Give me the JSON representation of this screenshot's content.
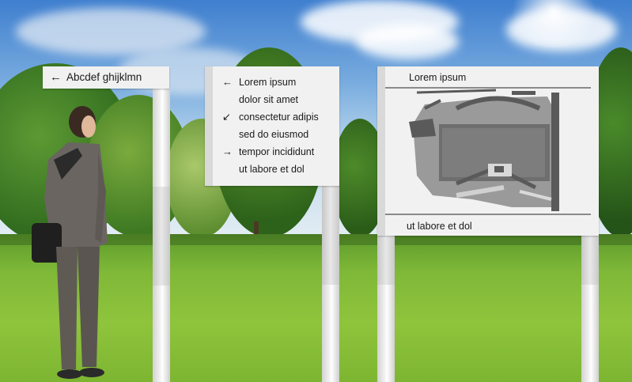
{
  "sign_left": {
    "arrow_icon": "arrow-left-icon",
    "label": "Abcdef ghijklmn"
  },
  "sign_middle": {
    "lines": [
      {
        "text": "Lorem ipsum",
        "icon": "arrow-left-icon"
      },
      {
        "text": "dolor sit amet",
        "icon": ""
      },
      {
        "text": "consectetur adipis",
        "icon": "arrow-down-left-icon"
      },
      {
        "text": "sed do eiusmod",
        "icon": ""
      },
      {
        "text": "tempor incididunt",
        "icon": "arrow-right-icon"
      },
      {
        "text": "ut labore et dol",
        "icon": ""
      }
    ]
  },
  "sign_right": {
    "top_label": "Lorem ipsum",
    "bottom_label": "ut labore et dol",
    "map_icon": "floor-plan-map"
  },
  "colors": {
    "panel": "#f1f1f1",
    "text": "#1a1a1a",
    "map_dark": "#5a5a5a",
    "map_mid": "#9a9a9a"
  }
}
